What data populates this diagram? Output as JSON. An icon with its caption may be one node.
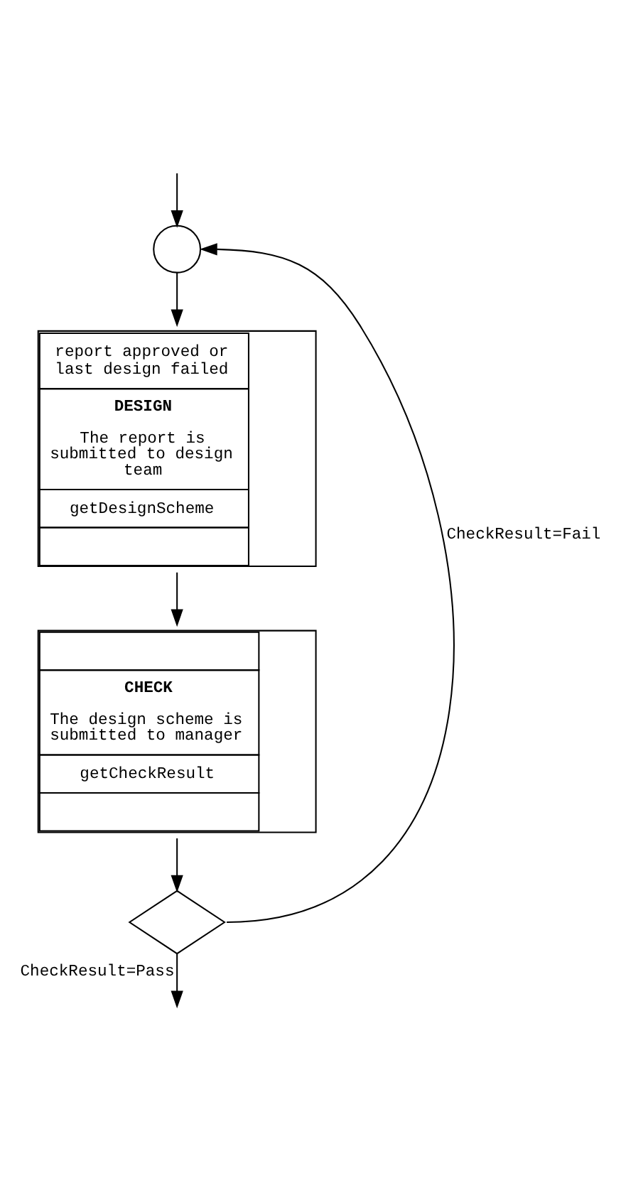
{
  "diagram": {
    "nodes": [
      {
        "text": [],
        "shape": "circle"
      },
      {
        "text": [
          "report approved or last design failed",
          "DESIGN",
          "The report is submitted to design team",
          "getDesignScheme"
        ]
      },
      {
        "text": [
          "CHECK",
          "The design scheme is submitted to manager",
          "getCheckResult"
        ]
      },
      {
        "text": [],
        "shape": "diamond"
      }
    ],
    "edges": [
      {
        "from": null,
        "to": 0,
        "arrow": "to"
      },
      {
        "from": 0,
        "to": 1,
        "arrow": "to"
      },
      {
        "from": 1,
        "to": 2,
        "arrow": "to"
      },
      {
        "from": 2,
        "to": 3,
        "arrow": "to"
      },
      {
        "from": 3,
        "to": 0,
        "arrow": "to",
        "label": "CheckResult=Fail"
      },
      {
        "from": 3,
        "to": null,
        "arrow": "to",
        "label": "CheckResult=Pass"
      }
    ]
  }
}
